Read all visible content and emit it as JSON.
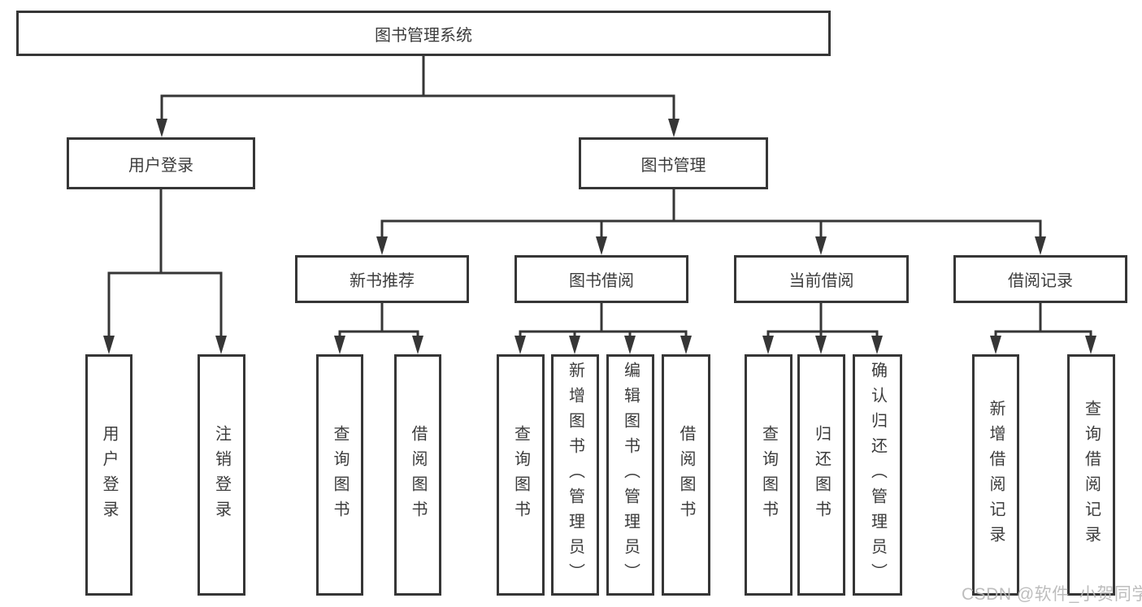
{
  "diagram_title": "图书管理系统",
  "tree": {
    "label": "图书管理系统",
    "children": [
      {
        "label": "用户登录",
        "children": [
          {
            "label": "用户登录"
          },
          {
            "label": "注销登录"
          }
        ]
      },
      {
        "label": "图书管理",
        "children": [
          {
            "label": "新书推荐",
            "children": [
              {
                "label": "查询图书"
              },
              {
                "label": "借阅图书"
              }
            ]
          },
          {
            "label": "图书借阅",
            "children": [
              {
                "label": "查询图书"
              },
              {
                "label": "新增图书（管理员）"
              },
              {
                "label": "编辑图书（管理员）"
              },
              {
                "label": "借阅图书"
              }
            ]
          },
          {
            "label": "当前借阅",
            "children": [
              {
                "label": "查询图书"
              },
              {
                "label": "归还图书"
              },
              {
                "label": "确认归还（管理员）"
              }
            ]
          },
          {
            "label": "借阅记录",
            "children": [
              {
                "label": "新增借阅记录"
              },
              {
                "label": "查询借阅记录"
              }
            ]
          }
        ]
      }
    ]
  },
  "watermark": "CSDN @软件_小贺同学",
  "colors": {
    "line": "#363636",
    "text": "#3c3c3c",
    "watermark": "#b8b8b8",
    "background": "#ffffff"
  }
}
